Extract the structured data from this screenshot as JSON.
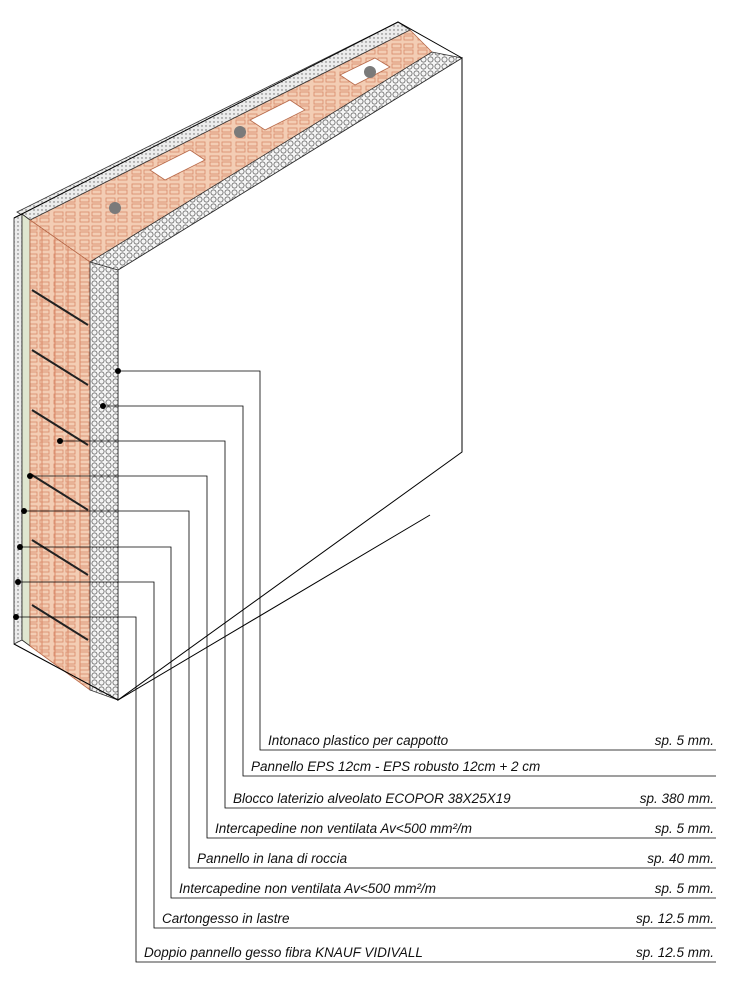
{
  "layers": [
    {
      "label": "Intonaco plastico per cappotto",
      "thickness": "sp. 5 mm."
    },
    {
      "label": "Pannello  EPS  12cm - EPS robusto 12cm + 2 cm",
      "thickness": ""
    },
    {
      "label": "Blocco laterizio alveolato ECOPOR 38X25X19",
      "thickness": "sp. 380 mm."
    },
    {
      "label": "Intercapedine non ventilata Av<500 mm²/m",
      "thickness": "sp. 5 mm."
    },
    {
      "label": "Pannello in lana di roccia",
      "thickness": "sp. 40 mm."
    },
    {
      "label": "Intercapedine non ventilata Av<500 mm²/m",
      "thickness": "sp.  5 mm."
    },
    {
      "label": "Cartongesso in lastre",
      "thickness": "sp. 12.5 mm."
    },
    {
      "label": "Doppio pannello gesso fibra KNAUF VIDIVALL",
      "thickness": "sp.  12.5 mm."
    }
  ],
  "colors": {
    "brick": "#f0c9b0",
    "brick_line": "#d98a6a",
    "eps": "#e8e8e8",
    "line": "#000000"
  }
}
